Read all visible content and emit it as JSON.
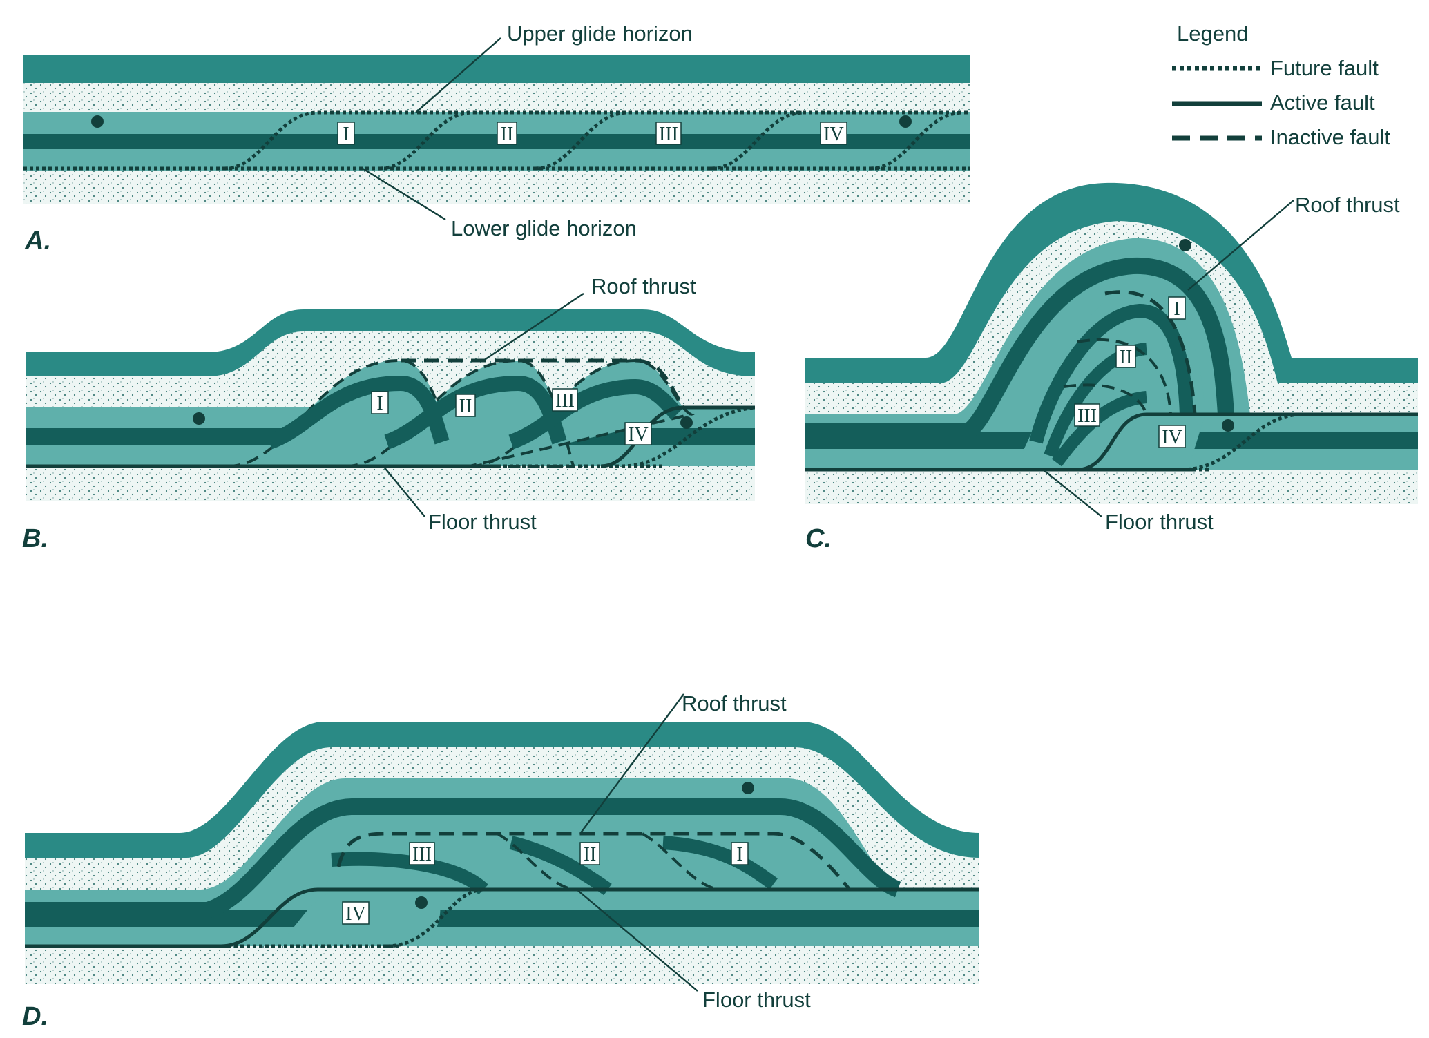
{
  "legend": {
    "title": "Legend",
    "items": [
      {
        "label": "Future fault",
        "style": "dotted"
      },
      {
        "label": "Active fault",
        "style": "solid"
      },
      {
        "label": "Inactive fault",
        "style": "dashed"
      }
    ]
  },
  "colors": {
    "dark_layer": "#2a8a85",
    "mid_layer": "#5fb0ab",
    "deep_layer": "#145e5a",
    "sand": "#eef6f4",
    "sand_dots": "#3f7d78",
    "ink": "#123f3b"
  },
  "panels": [
    {
      "letter": "A.",
      "labels": {
        "upper": "Upper glide horizon",
        "lower": "Lower glide horizon"
      },
      "slices": [
        "I",
        "II",
        "III",
        "IV"
      ]
    },
    {
      "letter": "B.",
      "labels": {
        "roof": "Roof thrust",
        "floor": "Floor thrust"
      },
      "slices": [
        "I",
        "II",
        "III",
        "IV"
      ]
    },
    {
      "letter": "C.",
      "labels": {
        "roof": "Roof thrust",
        "floor": "Floor thrust"
      },
      "slices": [
        "I",
        "II",
        "III",
        "IV"
      ]
    },
    {
      "letter": "D.",
      "labels": {
        "roof": "Roof thrust",
        "floor": "Floor thrust"
      },
      "slices": [
        "III",
        "II",
        "I",
        "IV"
      ]
    }
  ]
}
